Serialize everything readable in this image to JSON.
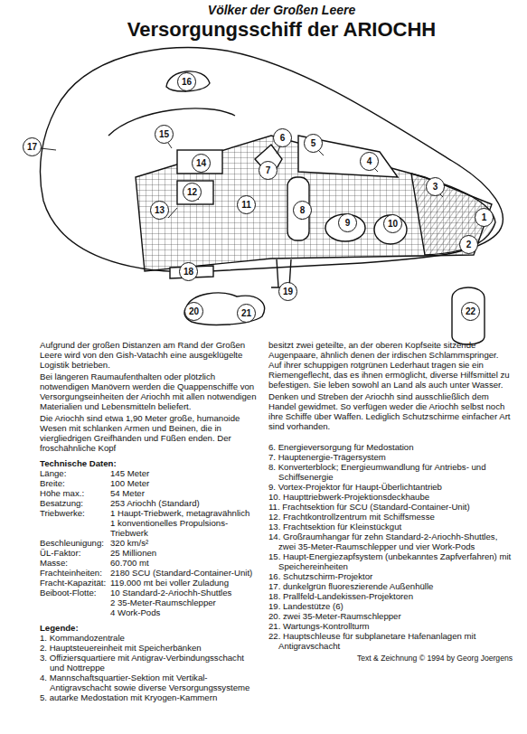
{
  "diagram": {
    "title": "Versorgungsschiff der ARIOCHH",
    "labels": [
      "Völker der Großen Leere",
      "1",
      "2",
      "3",
      "4",
      "5",
      "6",
      "7",
      "8",
      "9",
      "10",
      "11",
      "12",
      "13",
      "14",
      "15",
      "16",
      "17",
      "18",
      "19",
      "20",
      "21",
      "22",
      "Aufgrund der großen Distanzen am Rand der Großen Leere wird von den Gish-Vatachh eine ausgeklügelte Logistik betrieben.",
      "Bei längeren Raumaufenthalten oder plötzlich notwendigen Manövern werden die Quappenschiffe von Versorgungseinheiten der Ariochh mit allen notwendigen Materialien und Lebensmitteln beliefert.",
      "Die Ariochh sind etwa 1,90 Meter große, humanoide Wesen mit schlanken Armen und Beinen, die in viergliedrigen Greifhänden und Füßen enden. Der froschähnliche Kopf",
      "Technische Daten:",
      "Länge:",
      "145 Meter",
      "Breite:",
      "100 Meter",
      "Höhe max.:",
      "54 Meter",
      "Besatzung:",
      "253 Ariochh (Standard)",
      "Triebwerke:",
      "1 Haupt-Triebwerk, metagravähnlich",
      "1 konventionelles Propulsions-Triebwerk",
      "Beschleunigung:",
      "320 km/s²",
      "ÜL-Faktor:",
      "25 Millionen",
      "Masse:",
      "60.700 mt",
      "Frachteinheiten:",
      "2180 SCU (Standard-Container-Unit)",
      "Fracht-Kapazität:",
      "119.000 mt bei voller Zuladung",
      "Beiboot-Flotte:",
      "10 Standard-2-Ariochh-Shuttles",
      "2 35-Meter-Raumschlepper",
      "4 Work-Pods",
      "Legende:",
      "1. Kommandozentrale",
      "2. Hauptsteuereinheit mit Speicherbänken",
      "3. Offiziersquartiere mit Antigrav-Verbindungsschacht und Nottreppe",
      "4. Mannschaftsquartier-Sektion mit Vertikal-Antigravschacht sowie diverse Versorgungssysteme",
      "5. autarke Medostation mit Kryogen-Kammern",
      "besitzt zwei geteilte, an der oberen Kopfseite sitzende Augenpaare, ähnlich denen der irdischen Schlammspringer. Auf ihrer schuppigen rotgrünen Lederhaut tragen sie ein Riemengeflecht, das es ihnen ermöglicht, diverse Hilfsmittel zu befestigen. Sie leben sowohl an Land als auch unter Wasser.",
      "Denken und Streben der Ariochh sind ausschließlich dem Handel gewidmet. So verfügen weder die Ariochh selbst noch ihre Schiffe über Waffen. Lediglich Schutzschirme einfacher Art sind vorhanden.",
      "6. Energieversorgung für Medostation",
      "7. Hauptenergie-Trägersystem",
      "8. Konverterblock; Energieumwandlung für Antriebs- und Schiffsenergie",
      "9. Vortex-Projektor für Haupt-Überlichtantrieb",
      "10. Haupttriebwerk-Projektionsdeckhaube",
      "11. Frachtsektion für SCU (Standard-Container-Unit)",
      "12. Frachtkontrollzentrum mit Schiffsmesse",
      "13. Frachtsektion für Kleinstückgut",
      "14. Großraumhangar für zehn Standard-2-Ariochh-Shuttles, zwei 35-Meter-Raumschlepper und vier Work-Pods",
      "15. Haupt-Energiezapfsystem (unbekanntes Zapfverfahren) mit Speichereinheiten",
      "16. Schutzschirm-Projektor",
      "17. dunkelgrün fluoreszierende Außenhülle",
      "18. Prallfeld-Landekissen-Projektoren",
      "19. Landestütze (6)",
      "20. zwei 35-Meter-Raumschlepper",
      "21. Wartungs-Kontrollturm",
      "22. Hauptschleuse für subplanetare Hafenanlagen mit Antigravschacht",
      "Text & Zeichnung © 1994 by Georg Joergens"
    ]
  }
}
